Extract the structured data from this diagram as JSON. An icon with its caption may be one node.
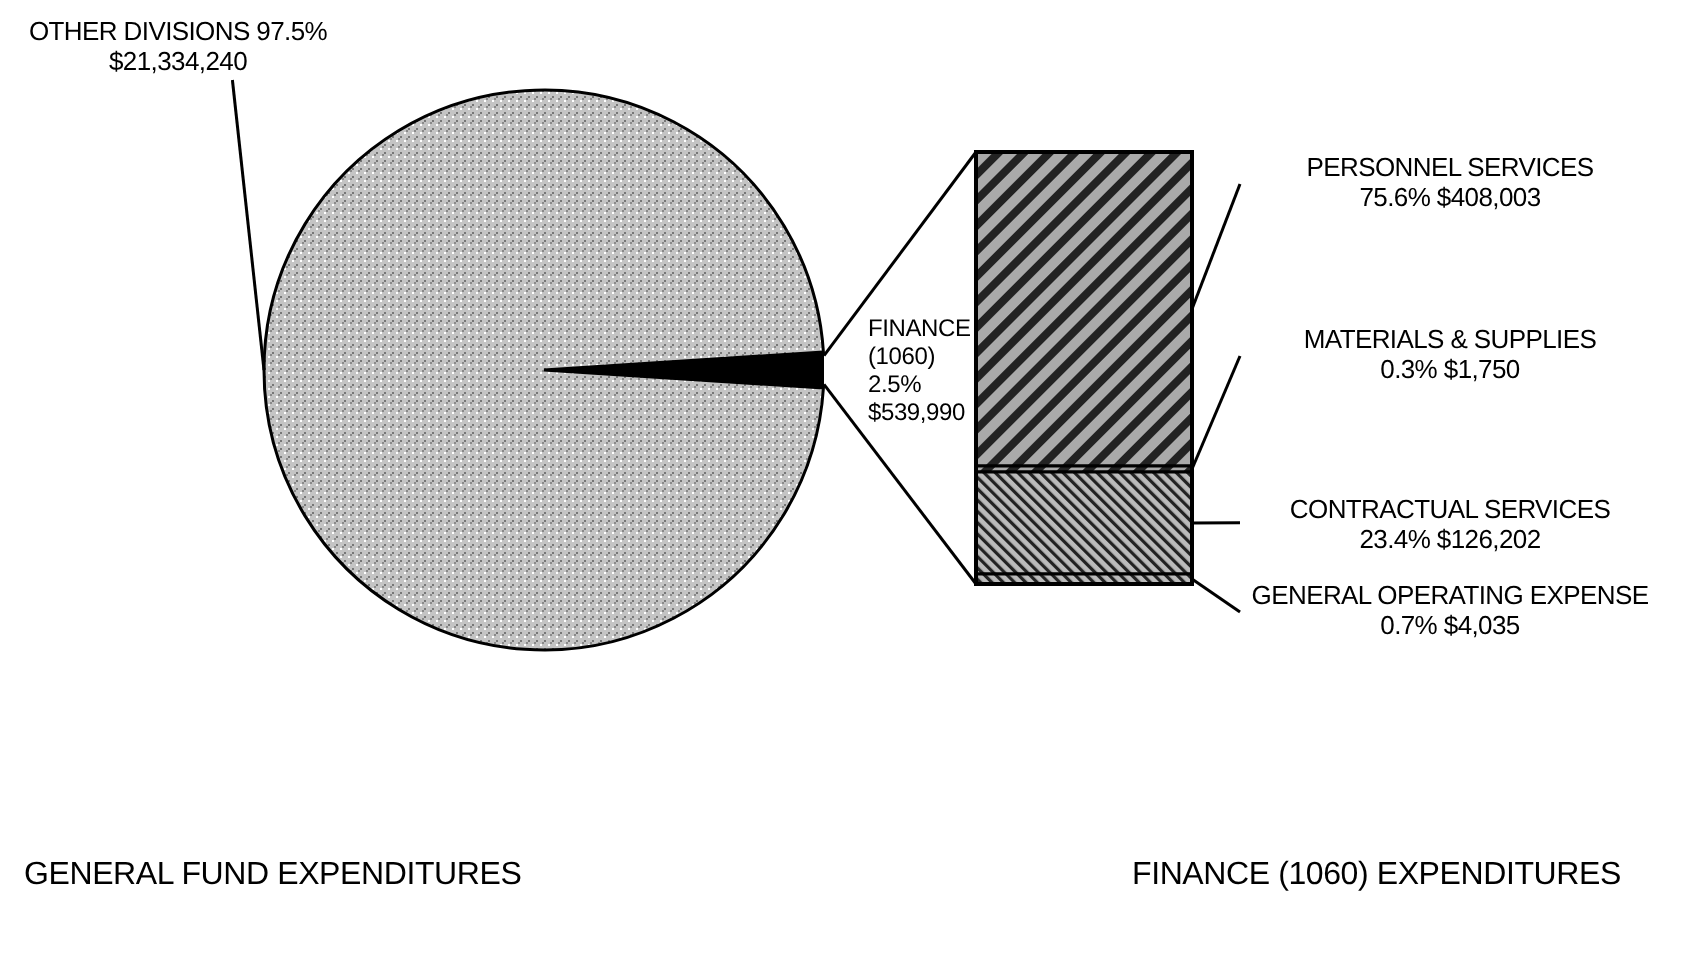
{
  "diagram": {
    "nodes": [
      {
        "text": [
          "OTHER DIVISIONS 97.5%",
          "$21,334,240"
        ]
      },
      {
        "text": [],
        "shape": "circle"
      },
      {
        "text": [],
        "shape": "wedge"
      },
      {
        "text": [],
        "shape": "bar"
      },
      {
        "text": [],
        "shape": "bar",
        "in": 3
      },
      {
        "text": [],
        "shape": "bar",
        "in": 3
      },
      {
        "text": [],
        "shape": "bar",
        "in": 3
      },
      {
        "text": [],
        "shape": "bar",
        "in": 3
      },
      {
        "text": [
          "PERSONNEL SERVICES",
          "75.6% $408,003"
        ]
      },
      {
        "text": [
          "MATERIALS & SUPPLIES",
          "0.3% $1,750"
        ]
      },
      {
        "text": [
          "CONTRACTUAL SERVICES",
          "23.4% $126,202"
        ]
      },
      {
        "text": [
          "GENERAL OPERATING EXPENSE 0.7% $4,035"
        ]
      }
    ],
    "edges": [
      {
        "from": 0,
        "to": 1,
        "arrow": "none"
      },
      {
        "from": 2,
        "to": 3,
        "arrow": "none"
      },
      {
        "from": 2,
        "to": 3,
        "arrow": "none"
      },
      {
        "from": 8,
        "to": 4,
        "arrow": "none"
      },
      {
        "from": 9,
        "to": 5,
        "arrow": "none"
      },
      {
        "from": 10,
        "to": 6,
        "arrow": "none"
      },
      {
        "from": 11,
        "to": 7,
        "arrow": "none"
      }
    ],
    "labels": [
      "FINANCE (1060) 2.5% $539,990",
      "GENERAL FUND EXPENDITURES",
      "FINANCE (1060) EXPENDITURES"
    ]
  }
}
